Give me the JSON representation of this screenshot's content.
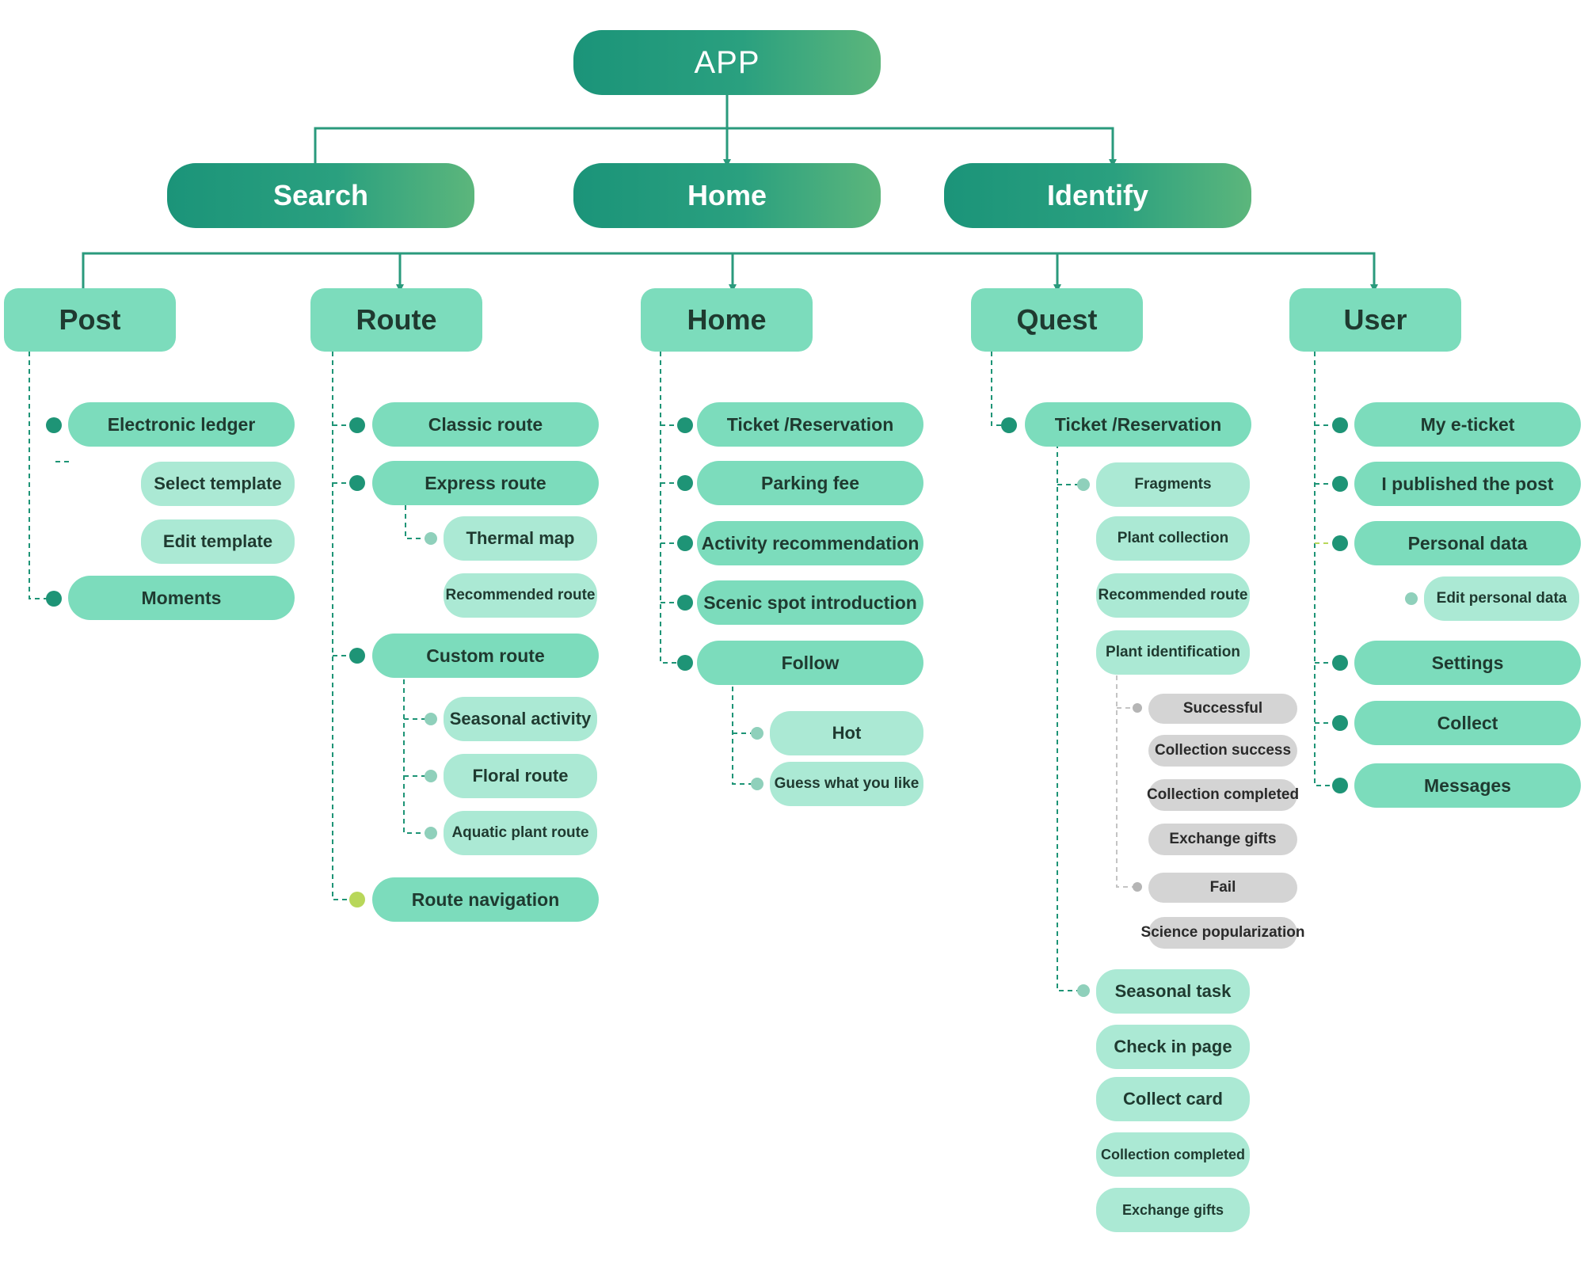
{
  "root": "APP",
  "level2": [
    "Search",
    "Home",
    "Identify"
  ],
  "post": {
    "title": "Post",
    "items": [
      "Electronic ledger",
      "Select template",
      "Edit template",
      "Moments"
    ]
  },
  "route": {
    "title": "Route",
    "items": [
      "Classic route",
      "Express route",
      "Thermal map",
      "Recommended route",
      "Custom route",
      "Seasonal activity",
      "Floral route",
      "Aquatic plant route",
      "Route navigation"
    ]
  },
  "home": {
    "title": "Home",
    "items": [
      "Ticket /Reservation",
      "Parking fee",
      "Activity recommendation",
      "Scenic spot introduction",
      "Follow",
      "Hot",
      "Guess what you like"
    ]
  },
  "quest": {
    "title": "Quest",
    "items": [
      "Ticket /Reservation",
      "Fragments",
      "Plant collection",
      "Recommended route",
      "Plant identification",
      "Successful",
      "Collection success",
      "Collection completed",
      "Exchange gifts",
      "Fail",
      "Science popularization",
      "Seasonal task",
      "Check in page",
      "Collect card",
      "Collection completed",
      "Exchange gifts"
    ]
  },
  "user": {
    "title": "User",
    "items": [
      "My e-ticket",
      "I published the post",
      "Personal data",
      "Edit personal data",
      "Settings",
      "Collect",
      "Messages"
    ]
  },
  "colors": {
    "gradient_start": "#1b9479",
    "gradient_end": "#5cb67c",
    "node_mid": "#7cdcbc",
    "node_light": "#abe9d4",
    "node_grey": "#d4d4d4",
    "connector": "#1e9476"
  }
}
